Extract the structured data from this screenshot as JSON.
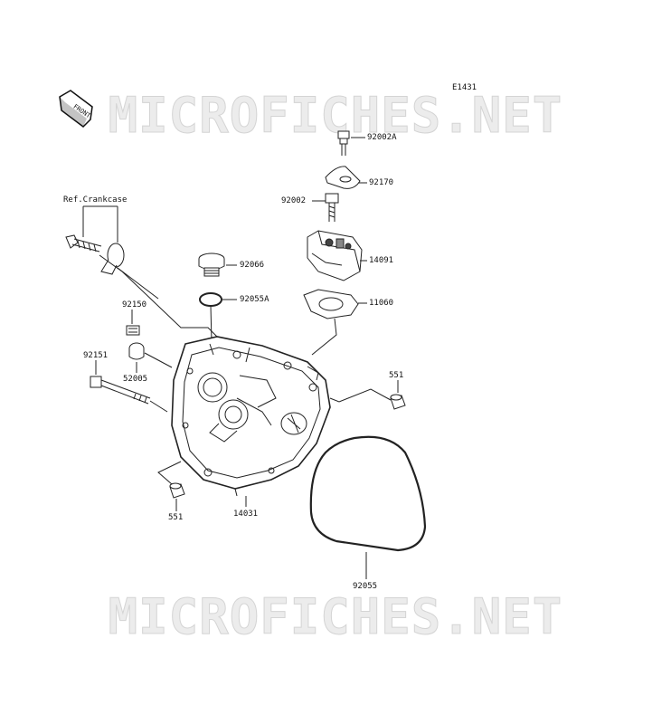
{
  "diagram_id": "E1431",
  "front_label": "FRONT",
  "watermark": "MICROFICHES.NET",
  "ref_label": "Ref.Crankcase",
  "parts": {
    "p92002A": "92002A",
    "p92170": "92170",
    "p92002": "92002",
    "p14091": "14091",
    "p92066": "92066",
    "p92055A": "92055A",
    "p11060": "11060",
    "p92150": "92150",
    "p92151": "92151",
    "p52005": "52005",
    "p551_right": "551",
    "p551_left": "551",
    "p14031": "14031",
    "p92055": "92055"
  }
}
